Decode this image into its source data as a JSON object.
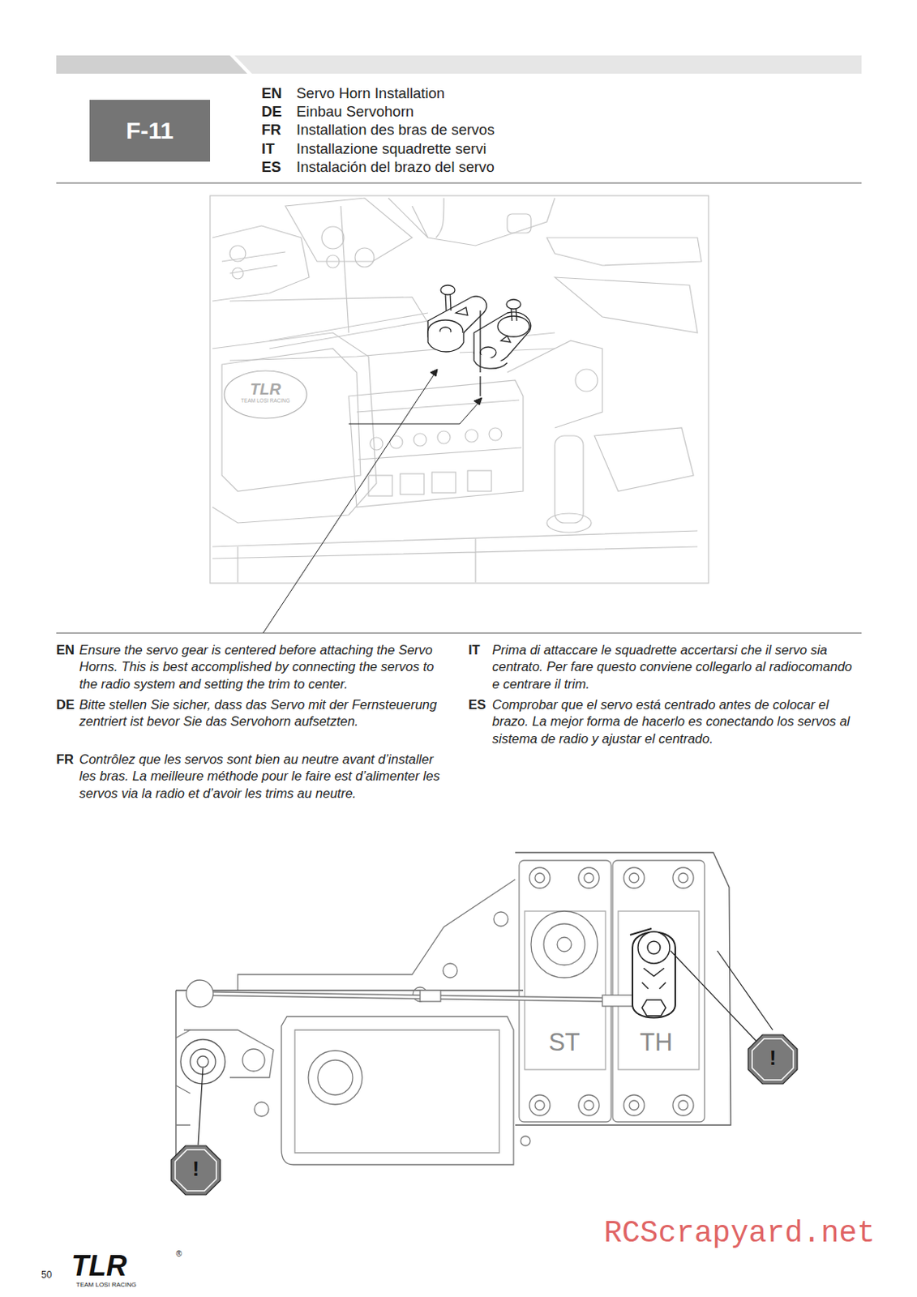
{
  "diagram": {
    "nodes": [
      {
        "text": [
          "F-11"
        ]
      }
    ],
    "labels": [
      "EN",
      "Servo Horn Installation",
      "DE",
      "Einbau Servohorn",
      "FR",
      "Installation des bras de servos",
      "IT",
      "Installazione squadrette servi",
      "ES",
      "Instalación del brazo del servo",
      "TLR",
      "TEAM LOSI RACING",
      "EN",
      "Ensure the servo gear is centered before attaching the Servo Horns. This is best accomplished by connecting the servos to the radio system and setting the trim to center.",
      "DE",
      "Bitte stellen Sie sicher, dass das Servo mit der Fernsteuerung zentriert ist bevor Sie das Servohorn aufsetzten.",
      "FR",
      "Contrôlez que les servos sont bien au neutre avant d’installer les bras. La meilleure méthode pour le faire est d’alimenter les servos via la radio et d’avoir les trims au neutre.",
      "IT",
      "Prima di attaccare le squadrette accertarsi che il servo sia centrato. Per fare questo conviene collegarlo al radiocomando e centrare il trim.",
      "ES",
      "Comprobar que el servo está centrado antes de colocar el brazo. La mejor forma de hacerlo es conectando los servos al sistema de radio y ajustar el centrado.",
      "ST",
      "TH",
      "!",
      "!",
      "50",
      "TLR",
      "TEAM LOSI RACING",
      "®",
      "RCScrapyard.net"
    ]
  }
}
